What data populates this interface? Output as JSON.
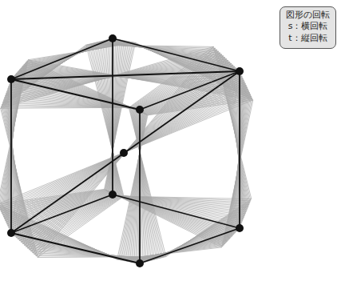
{
  "diagram": {
    "nodes": [
      {
        "text": [
          "図形の回転",
          "s：横回転",
          "t：縦回転"
        ]
      }
    ]
  }
}
